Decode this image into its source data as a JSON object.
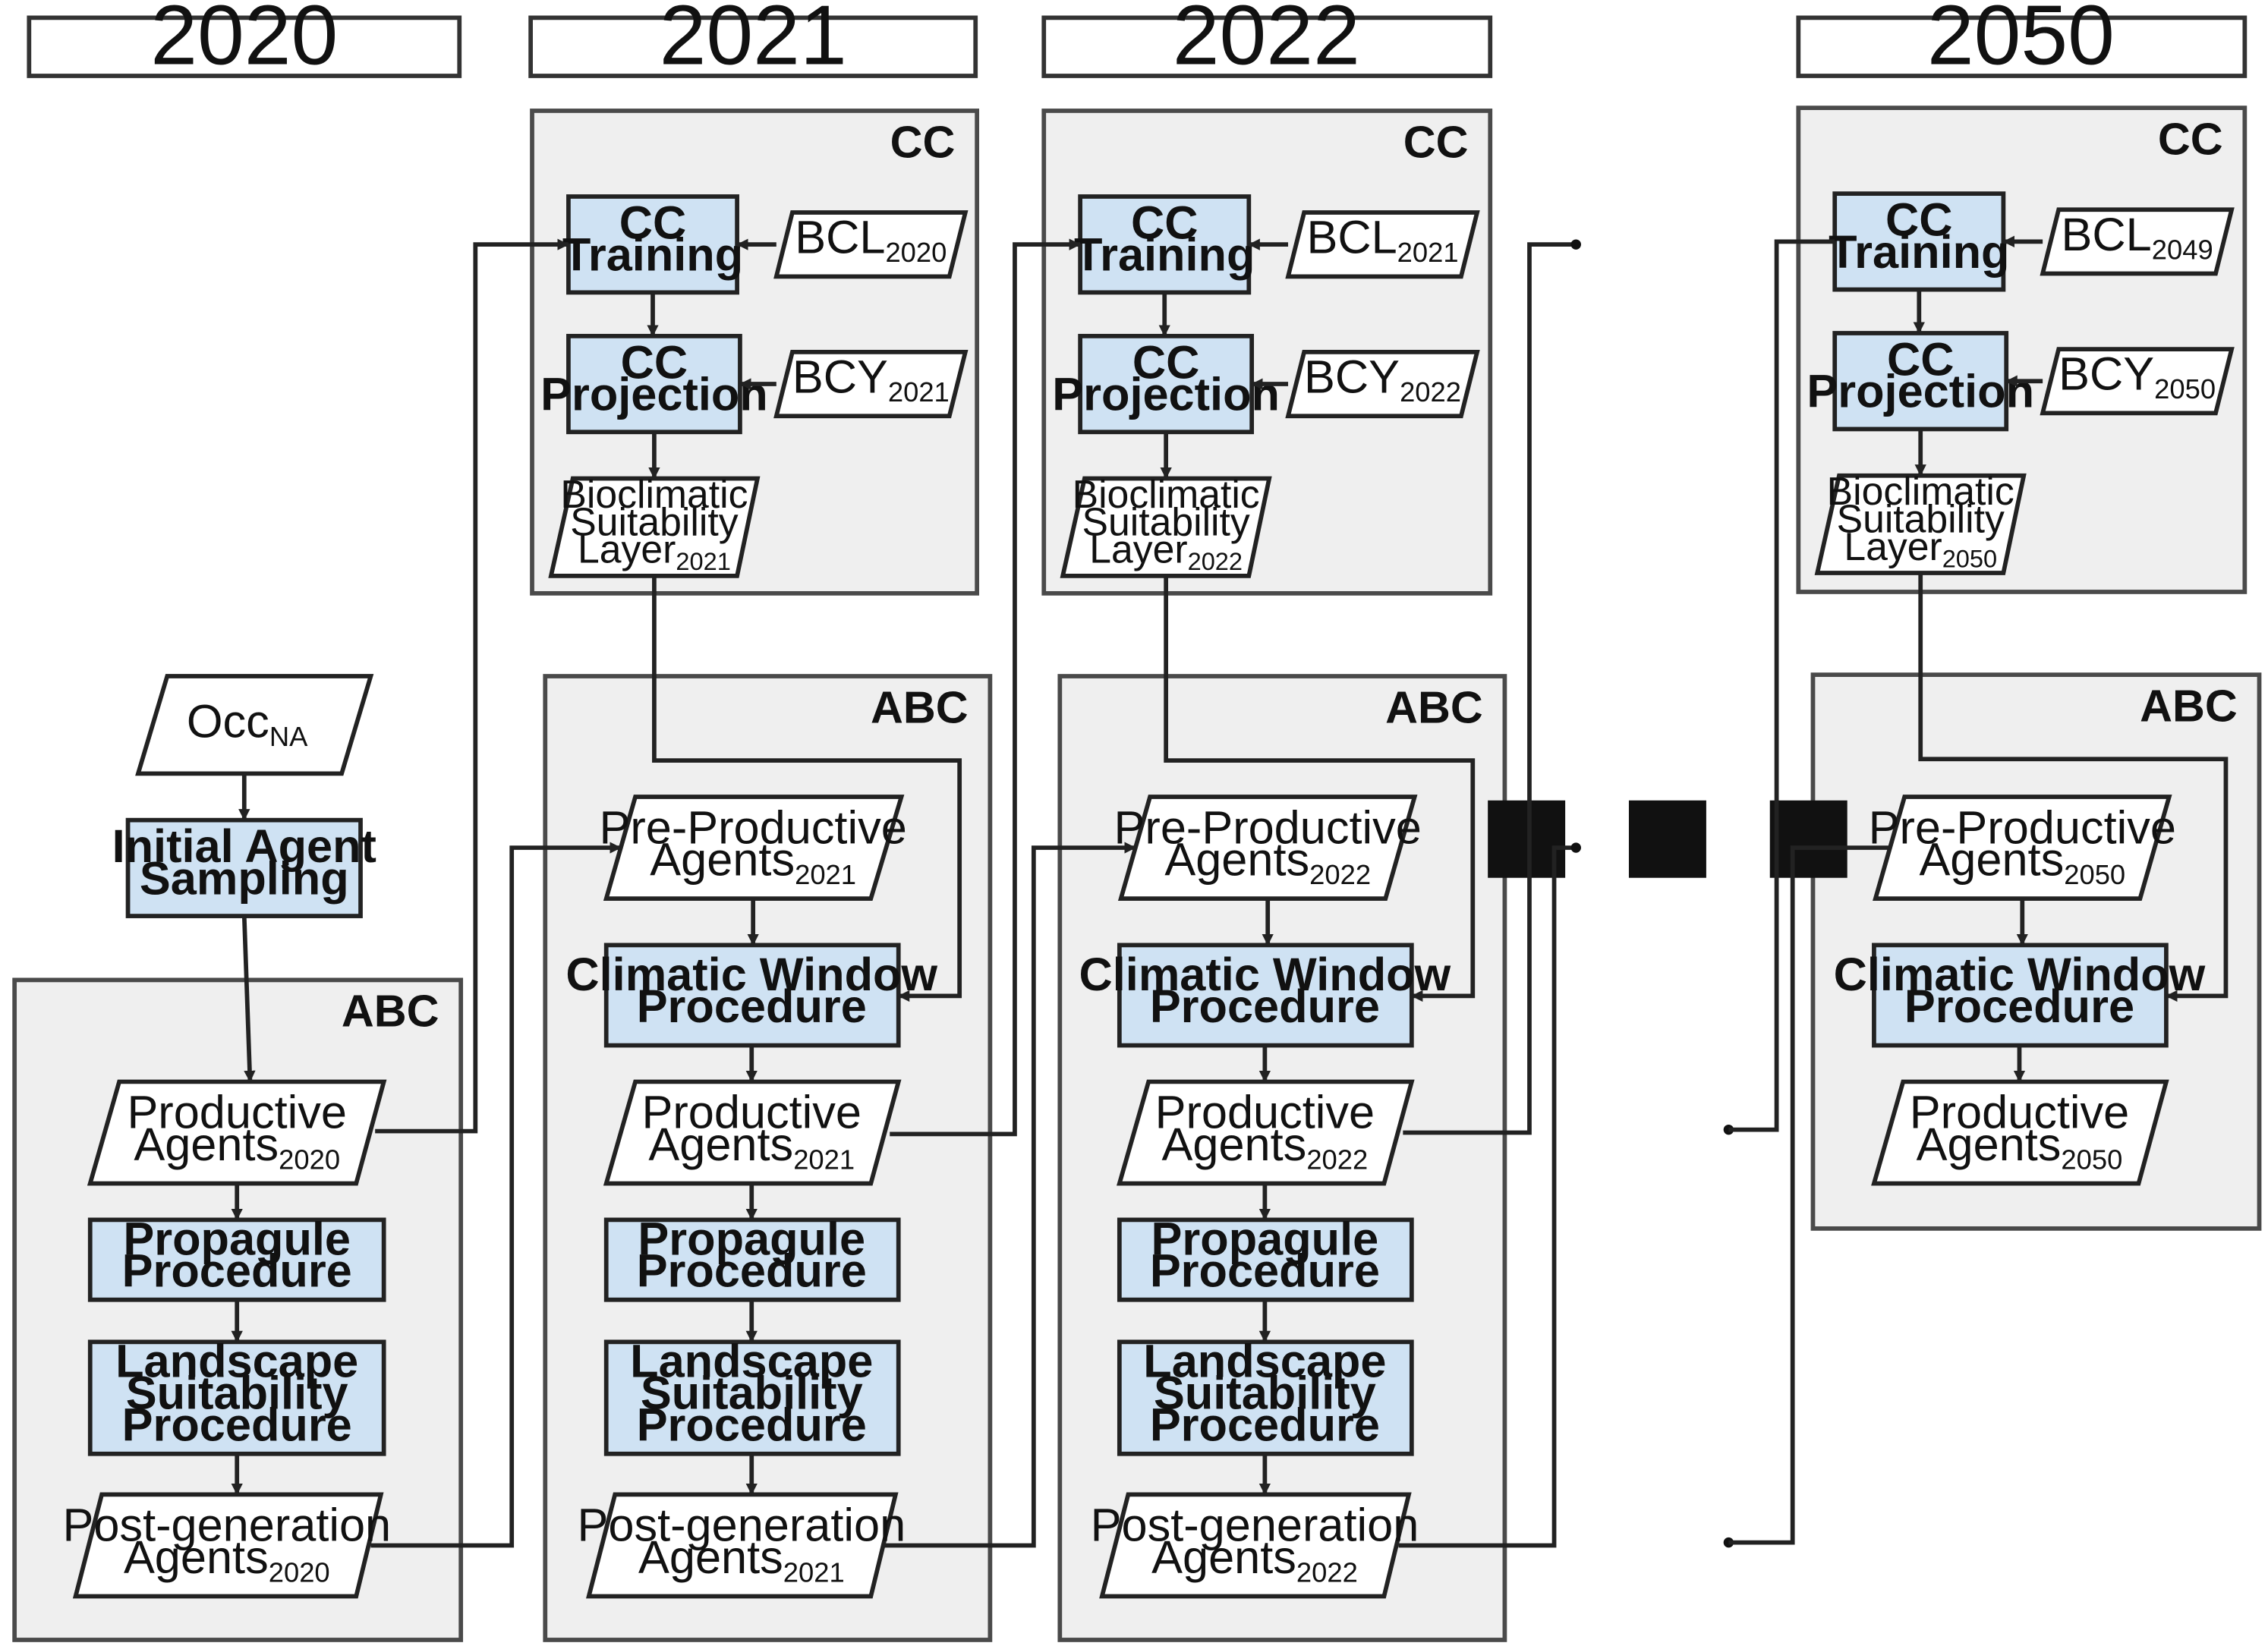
{
  "years": [
    "2020",
    "2021",
    "2022",
    "2050"
  ],
  "ellipsis": "■ ■ ■",
  "y2020": {
    "occ": {
      "main": "Occ",
      "sub": "NA"
    },
    "sampling": [
      "Initial Agent",
      "Sampling"
    ],
    "abc_title": "ABC",
    "productive": {
      "line1": "Productive",
      "main": "Agents",
      "sub": "2020"
    },
    "propagule": [
      "Propagule",
      "Procedure"
    ],
    "landscape": [
      "Landscape",
      "Suitability",
      "Procedure"
    ],
    "post": {
      "line1": "Post-generation",
      "main": "Agents",
      "sub": "2020"
    }
  },
  "y2021": {
    "cc_title": "CC",
    "cc_training": [
      "CC",
      "Training"
    ],
    "bcl": {
      "main": "BCL",
      "sub": "2020"
    },
    "cc_projection": [
      "CC",
      "Projection"
    ],
    "bcy": {
      "main": "BCY",
      "sub": "2021"
    },
    "bsl": {
      "line1": "Bioclimatic",
      "line2": "Suitability",
      "main": "Layer",
      "sub": "2021"
    },
    "abc_title": "ABC",
    "preprod": {
      "line1": "Pre-Productive",
      "main": "Agents",
      "sub": "2021"
    },
    "climatic": [
      "Climatic Window",
      "Procedure"
    ],
    "productive": {
      "line1": "Productive",
      "main": "Agents",
      "sub": "2021"
    },
    "propagule": [
      "Propagule",
      "Procedure"
    ],
    "landscape": [
      "Landscape",
      "Suitability",
      "Procedure"
    ],
    "post": {
      "line1": "Post-generation",
      "main": "Agents",
      "sub": "2021"
    }
  },
  "y2022": {
    "cc_title": "CC",
    "cc_training": [
      "CC",
      "Training"
    ],
    "bcl": {
      "main": "BCL",
      "sub": "2021"
    },
    "cc_projection": [
      "CC",
      "Projection"
    ],
    "bcy": {
      "main": "BCY",
      "sub": "2022"
    },
    "bsl": {
      "line1": "Bioclimatic",
      "line2": "Suitability",
      "main": "Layer",
      "sub": "2022"
    },
    "abc_title": "ABC",
    "preprod": {
      "line1": "Pre-Productive",
      "main": "Agents",
      "sub": "2022"
    },
    "climatic": [
      "Climatic Window",
      "Procedure"
    ],
    "productive": {
      "line1": "Productive",
      "main": "Agents",
      "sub": "2022"
    },
    "propagule": [
      "Propagule",
      "Procedure"
    ],
    "landscape": [
      "Landscape",
      "Suitability",
      "Procedure"
    ],
    "post": {
      "line1": "Post-generation",
      "main": "Agents",
      "sub": "2022"
    }
  },
  "y2050": {
    "cc_title": "CC",
    "cc_training": [
      "CC",
      "Training"
    ],
    "bcl": {
      "main": "BCL",
      "sub": "2049"
    },
    "cc_projection": [
      "CC",
      "Projection"
    ],
    "bcy": {
      "main": "BCY",
      "sub": "2050"
    },
    "bsl": {
      "line1": "Bioclimatic",
      "line2": "Suitability",
      "main": "Layer",
      "sub": "2050"
    },
    "abc_title": "ABC",
    "preprod": {
      "line1": "Pre-Productive",
      "main": "Agents",
      "sub": "2050"
    },
    "climatic": [
      "Climatic Window",
      "Procedure"
    ],
    "productive": {
      "line1": "Productive",
      "main": "Agents",
      "sub": "2050"
    }
  }
}
